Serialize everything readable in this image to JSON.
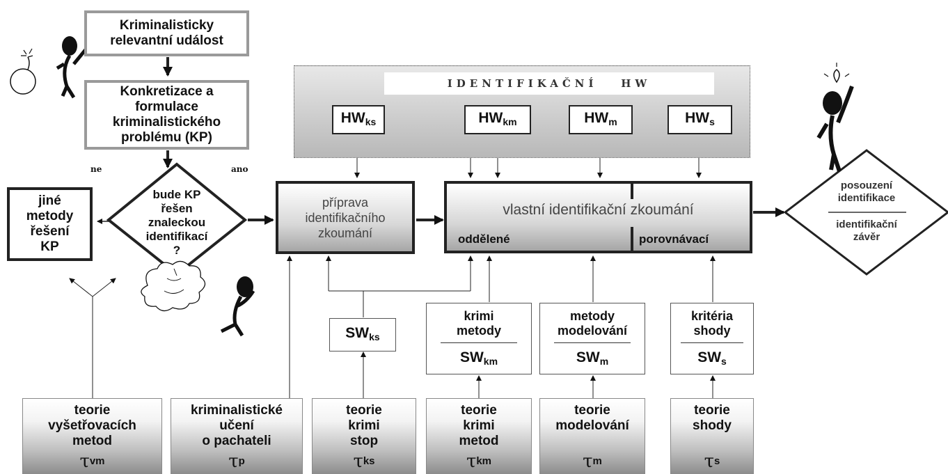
{
  "event_box": {
    "line1": "Kriminalisticky",
    "line2": "relevantní událost"
  },
  "problem_box": {
    "line1": "Konkretizace a",
    "line2": "formulace",
    "line3": "kriminalistického",
    "line4": "problému (KP)"
  },
  "decision": {
    "line1": "bude KP",
    "line2": "řešen",
    "line3": "znaleckou",
    "line4": "identifikací",
    "line5": "?",
    "no_label": "ne",
    "yes_label": "ano"
  },
  "other_methods": {
    "line1": "jiné",
    "line2": "metody",
    "line3": "řešení",
    "line4": "KP"
  },
  "hw_panel": {
    "title": "IDENTIFIKAČNÍ   HW",
    "items": [
      {
        "base": "HW",
        "sub": "ks"
      },
      {
        "base": "HW",
        "sub": "km"
      },
      {
        "base": "HW",
        "sub": "m"
      },
      {
        "base": "HW",
        "sub": "s"
      }
    ]
  },
  "preparation": {
    "line1": "příprava",
    "line2": "identifikačního",
    "line3": "zkoumání"
  },
  "examination": {
    "title": "vlastní identifikační zkoumání",
    "left": "oddělené",
    "right": "porovnávací"
  },
  "conclusion": {
    "top1": "posouzení",
    "top2": "identifikace",
    "bottom1": "identifikační",
    "bottom2": "závěr"
  },
  "sw_ks": {
    "base": "SW",
    "sub": "ks"
  },
  "sw_boxes": [
    {
      "line1": "krimi",
      "line2": "metody",
      "base": "SW",
      "sub": "km"
    },
    {
      "line1": "metody",
      "line2": "modelování",
      "base": "SW",
      "sub": "m"
    },
    {
      "line1": "kritéria",
      "line2": "shody",
      "base": "SW",
      "sub": "s"
    }
  ],
  "theories": [
    {
      "lines": [
        "teorie",
        "vyšetřovacích",
        "metod"
      ],
      "symbol": "τ",
      "sub": "vm"
    },
    {
      "lines": [
        "kriminalistické",
        "učení",
        "o pachateli"
      ],
      "symbol": "τ",
      "sub": "p"
    },
    {
      "lines": [
        "teorie",
        "krimi",
        "stop"
      ],
      "symbol": "τ",
      "sub": "ks"
    },
    {
      "lines": [
        "teorie",
        "krimi",
        "metod"
      ],
      "symbol": "τ",
      "sub": "km"
    },
    {
      "lines": [
        "teorie",
        "modelování"
      ],
      "symbol": "τ",
      "sub": "m"
    },
    {
      "lines": [
        "teorie",
        "shody"
      ],
      "symbol": "τ",
      "sub": "s"
    }
  ],
  "colors": {
    "line": "#222222",
    "grey_border": "#9a9a9a",
    "panel_bg": "#d0d0d0"
  }
}
